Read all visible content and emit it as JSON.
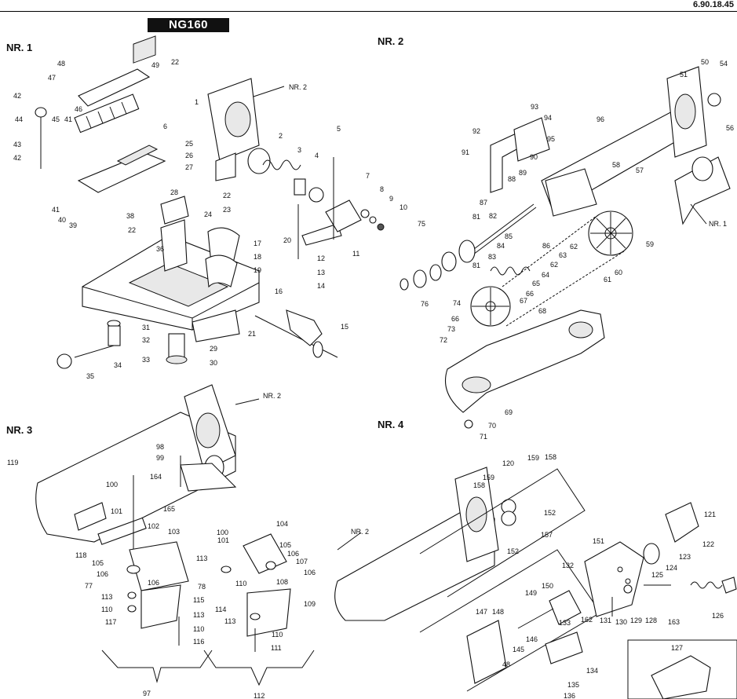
{
  "doc_number": "6.90.18.45",
  "model": "NG160",
  "sections": [
    {
      "id": "nr1",
      "title": "NR. 1"
    },
    {
      "id": "nr2",
      "title": "NR. 2"
    },
    {
      "id": "nr3",
      "title": "NR. 3"
    },
    {
      "id": "nr4",
      "title": "NR. 4"
    }
  ],
  "references": {
    "nr1_to_nr2": "NR. 2",
    "nr2_to_nr1": "NR. 1",
    "nr3_to_nr2": "NR. 2",
    "nr4_to_nr2": "NR. 2"
  },
  "nr1_labels": [
    "48",
    "49",
    "22",
    "47",
    "46",
    "42",
    "44",
    "45",
    "41",
    "43",
    "42",
    "41",
    "40",
    "39",
    "6",
    "25",
    "26",
    "27",
    "28",
    "22",
    "23",
    "38",
    "24",
    "22",
    "36",
    "1",
    "2",
    "3",
    "4",
    "5",
    "7",
    "8",
    "9",
    "10",
    "17",
    "18",
    "19",
    "20",
    "12",
    "13",
    "14",
    "11",
    "16",
    "31",
    "32",
    "33",
    "34",
    "35",
    "29",
    "30",
    "21",
    "15"
  ],
  "nr2_labels": [
    "93",
    "94",
    "92",
    "91",
    "90",
    "95",
    "96",
    "50",
    "54",
    "51",
    "56",
    "58",
    "57",
    "87",
    "88",
    "89",
    "81",
    "82",
    "75",
    "85",
    "84",
    "86",
    "83",
    "81",
    "62",
    "63",
    "62",
    "64",
    "65",
    "66",
    "67",
    "68",
    "59",
    "60",
    "61",
    "76",
    "74",
    "66",
    "73",
    "72",
    "70",
    "71",
    "69"
  ],
  "nr3_labels": [
    "119",
    "98",
    "99",
    "100",
    "164",
    "165",
    "101",
    "102",
    "103",
    "118",
    "105",
    "106",
    "77",
    "113",
    "110",
    "117",
    "106",
    "78",
    "115",
    "113",
    "110",
    "116",
    "97",
    "100",
    "104",
    "101",
    "105",
    "106",
    "107",
    "113",
    "106",
    "108",
    "110",
    "114",
    "109",
    "113",
    "110",
    "111",
    "112"
  ],
  "nr4_labels": [
    "159",
    "158",
    "120",
    "159",
    "158",
    "152",
    "157",
    "152",
    "121",
    "122",
    "123",
    "124",
    "125",
    "151",
    "132",
    "149",
    "150",
    "162",
    "131",
    "130",
    "129",
    "128",
    "163",
    "126",
    "147",
    "148",
    "133",
    "145",
    "146",
    "134",
    "135",
    "48",
    "136",
    "127"
  ]
}
